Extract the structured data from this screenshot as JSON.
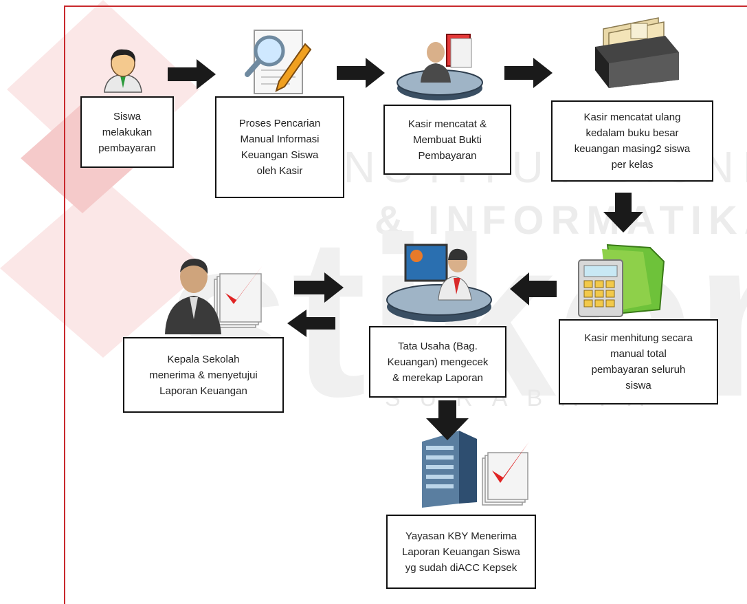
{
  "diagram": {
    "watermark": {
      "brand": "stikom",
      "line1": "INSTITUT BISNIS",
      "line2": "& INFORMATIKA",
      "line3": "SURABAYA"
    },
    "steps": {
      "siswa": {
        "label": "Siswa melakukan pembayaran",
        "icon": "student-icon"
      },
      "pencarian": {
        "label": "Proses Pencarian Manual Informasi Keuangan Siswa oleh Kasir",
        "icon": "search-document-icon"
      },
      "kasir_bukti": {
        "label": "Kasir mencatat & Membuat Bukti Pembayaran",
        "icon": "cashier-icon"
      },
      "kasir_buku": {
        "label": "Kasir mencatat ulang kedalam buku besar keuangan masing2 siswa per kelas",
        "icon": "card-file-box-icon"
      },
      "kasir_hitung": {
        "label": "Kasir menhitung secara manual total pembayaran seluruh siswa",
        "icon": "calculator-folder-icon"
      },
      "tata_usaha": {
        "label": "Tata Usaha (Bag. Keuangan) mengecek & merekap Laporan",
        "icon": "admin-computer-icon"
      },
      "kepsek": {
        "label": "Kepala Sekolah menerima & menyetujui Laporan Keuangan",
        "icon": "principal-approval-icon"
      },
      "yayasan": {
        "label": "Yayasan KBY Menerima Laporan Keuangan Siswa yg sudah diACC Kepsek",
        "icon": "building-approval-icon"
      }
    },
    "lines": {
      "siswa": [
        "Siswa",
        "melakukan",
        "pembayaran"
      ],
      "pencarian": [
        "Proses Pencarian",
        "Manual Informasi",
        "Keuangan Siswa",
        "oleh Kasir"
      ],
      "kasir_bukti": [
        "Kasir mencatat &",
        "Membuat Bukti",
        "Pembayaran"
      ],
      "kasir_buku": [
        "Kasir mencatat ulang",
        "kedalam buku besar",
        "keuangan masing2 siswa",
        "per kelas"
      ],
      "kasir_hitung": [
        "Kasir menhitung secara",
        "manual total",
        "pembayaran seluruh",
        "siswa"
      ],
      "tata_usaha": [
        "Tata Usaha (Bag.",
        "Keuangan) mengecek",
        "& merekap Laporan"
      ],
      "kepsek": [
        "Kepala Sekolah",
        "menerima & menyetujui",
        "Laporan Keuangan"
      ],
      "yayasan": [
        "Yayasan KBY Menerima",
        "Laporan Keuangan Siswa",
        "yg sudah diACC Kepsek"
      ]
    },
    "colors": {
      "arrow": "#1a1a1a",
      "border": "#111111",
      "accent": "#c8282c",
      "watermark": "#e6e6e6"
    }
  }
}
